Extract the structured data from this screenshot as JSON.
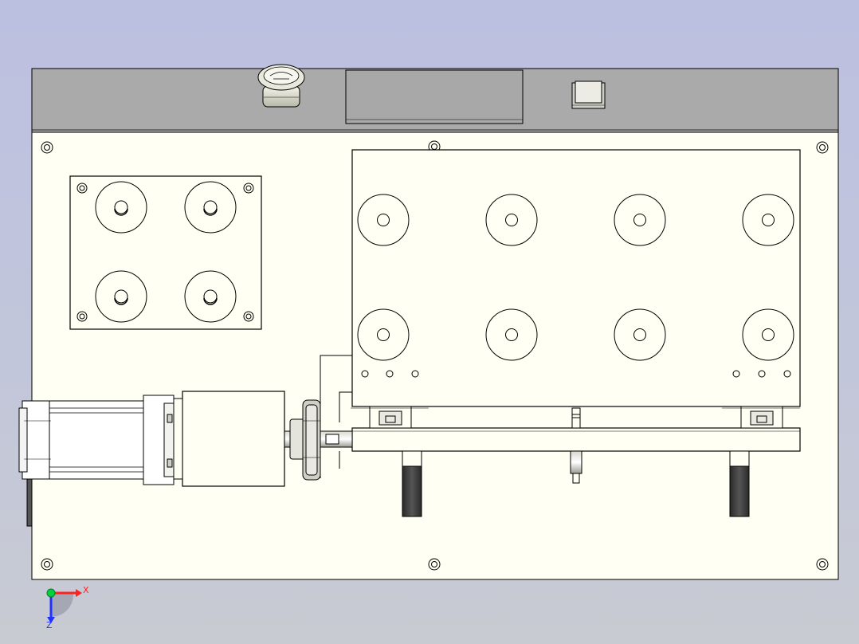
{
  "scene": {
    "background_top": "#bcc0e0",
    "background_bottom": "#c8cbd2",
    "base_plate_fill": "#fffff4",
    "panel_fill": "#aaaaaa",
    "line_color": "#000000",
    "motor_body_fill": "#ffffff",
    "dark_part_fill": "#3c3c3c"
  },
  "triad": {
    "x_label": "X",
    "z_label": "Z",
    "x_color": "#ff2020",
    "z_color": "#2030ff",
    "origin_color": "#00d040"
  },
  "components": {
    "emergency_stop": "emergency-stop-mushroom-button",
    "display": "lcd-display-window",
    "push_button": "square-push-button",
    "small_roller_count": 4,
    "large_roller_count": 8
  }
}
